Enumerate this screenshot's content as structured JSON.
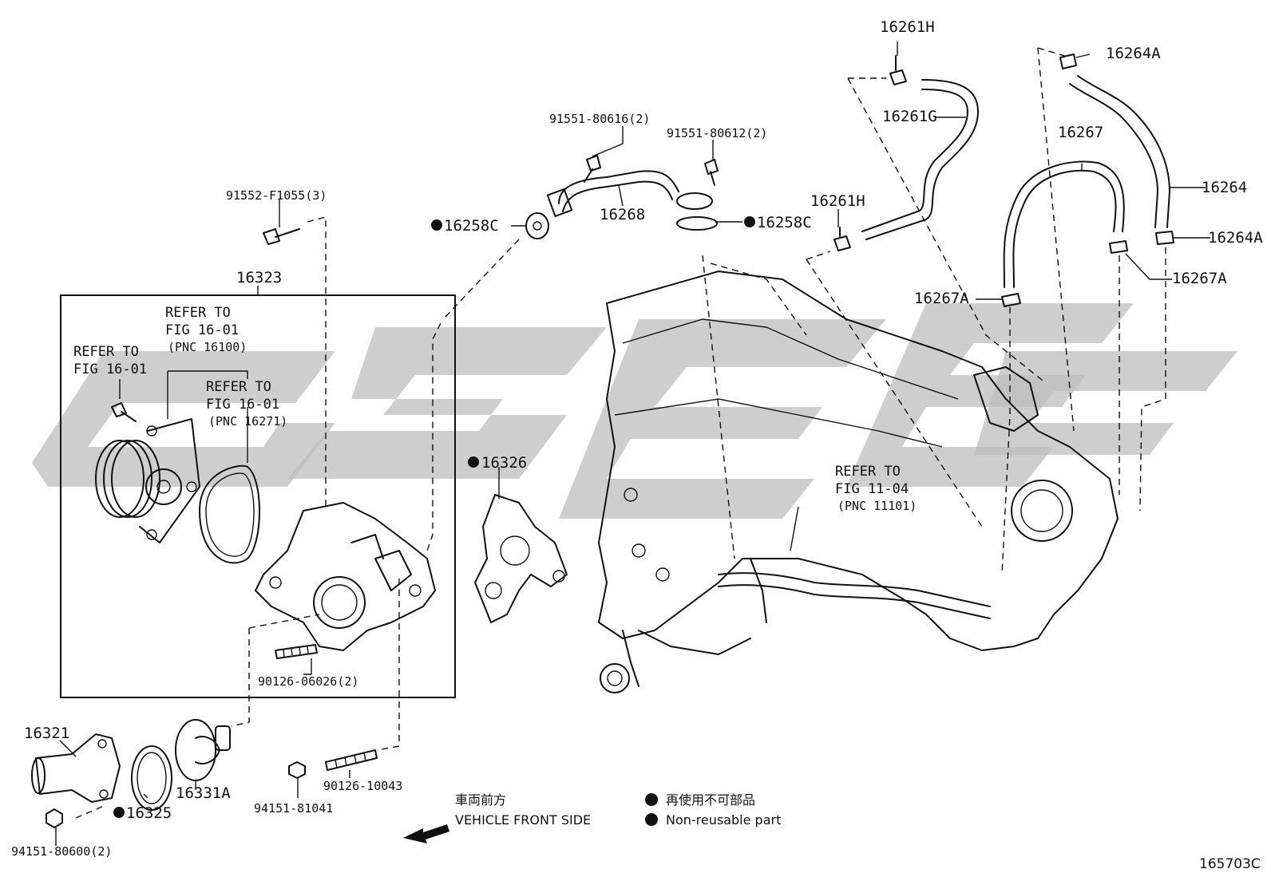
{
  "labels": {
    "p16261H_top": "16261H",
    "p16264A_top": "16264A",
    "p16261G": "16261G",
    "p16267": "16267",
    "p91551_80616": "91551-80616(2)",
    "p91551_80612": "91551-80612(2)",
    "p16264": "16264",
    "p91552_F1055": "91552-F1055(3)",
    "p16258C_left": "16258C",
    "p16268": "16268",
    "p16258C_right": "16258C",
    "p16261H_mid": "16261H",
    "p16264A_right": "16264A",
    "p16267A_right": "16267A",
    "p16267A_left": "16267A",
    "p16323": "16323",
    "p16326": "16326",
    "p90126_06026": "90126-06026(2)",
    "p16321": "16321",
    "p16331A": "16331A",
    "p16325": "16325",
    "p90126_10043": "90126-10043",
    "p94151_81041": "94151-81041",
    "p94151_80600": "94151-80600(2)"
  },
  "refs": {
    "ref1": [
      "REFER TO",
      "FIG 16-01",
      "(PNC 16100)"
    ],
    "ref2": [
      "REFER TO",
      "FIG 16-01"
    ],
    "ref3": [
      "REFER TO",
      "FIG 16-01",
      "(PNC 16271)"
    ],
    "ref4": [
      "REFER TO",
      "FIG 11-04",
      "(PNC 11101)"
    ]
  },
  "legend": {
    "front_jp": "車両前方",
    "front_en": "VEHICLE FRONT SIDE",
    "nonreuse_jp": "再使用不可部品",
    "nonreuse_en": "Non-reusable part"
  },
  "figure_code": "165703C",
  "colors": {
    "ink": "#111111",
    "watermark": "#bdbdbd"
  }
}
